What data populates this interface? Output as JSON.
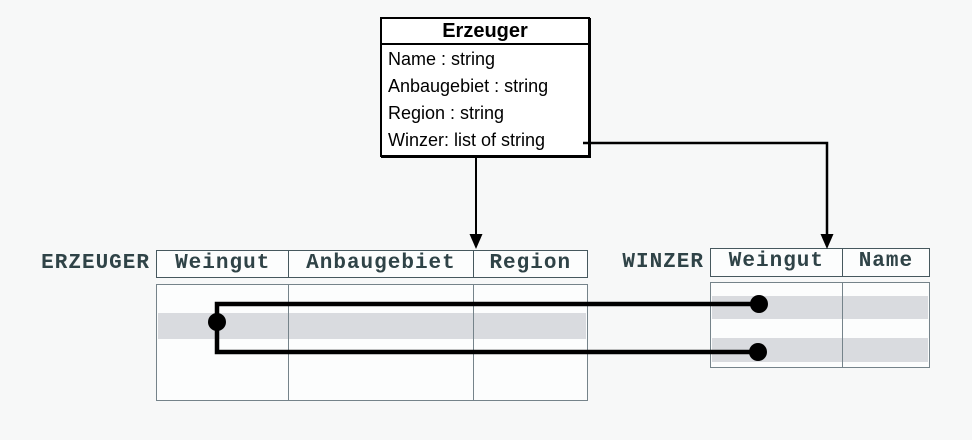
{
  "class_box": {
    "title": "Erzeuger",
    "attributes": [
      "Name : string",
      "Anbaugebiet : string",
      "Region : string",
      "Winzer: list of string"
    ]
  },
  "erzeuger_table": {
    "label": "ERZEUGER",
    "columns": [
      "Weingut",
      "Anbaugebiet",
      "Region"
    ]
  },
  "winzer_table": {
    "label": "WINZER",
    "columns": [
      "Weingut",
      "Name"
    ]
  },
  "colors": {
    "background": "#f7f8f8",
    "highlight_band": "#d9dbdf",
    "header_text": "#2f4347",
    "header_border": "#46585e",
    "body_border": "#75838a",
    "line": "#000000",
    "class_box_bg": "#ffffff"
  }
}
